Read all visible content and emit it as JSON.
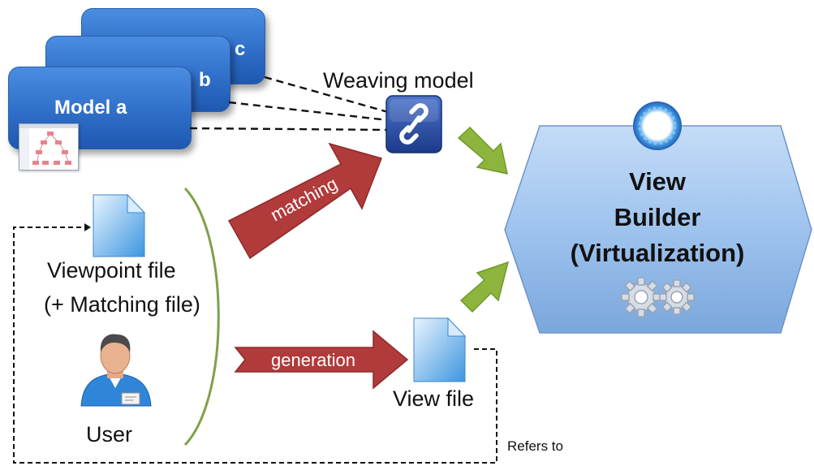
{
  "models": {
    "a": "Model a",
    "b": "b",
    "c": "c"
  },
  "weaving_model": {
    "label": "Weaving model",
    "icon": "chain-link-icon"
  },
  "viewpoint": {
    "line1": "Viewpoint file",
    "line2": "(+ Matching file)"
  },
  "user": {
    "label": "User"
  },
  "view_file": {
    "label": "View file"
  },
  "view_builder": {
    "line1": "View",
    "line2": "Builder",
    "line3": "(Virtualization)"
  },
  "arrows": {
    "matching": "matching",
    "generation": "generation"
  },
  "refers_to": "Refers to",
  "colors": {
    "model_blue": "#2f6fc9",
    "builder_fill": "#9ec3ee",
    "red_arrow": "#b13a3a",
    "green_arrow": "#8db43c",
    "bracket_green": "#7da14a"
  }
}
